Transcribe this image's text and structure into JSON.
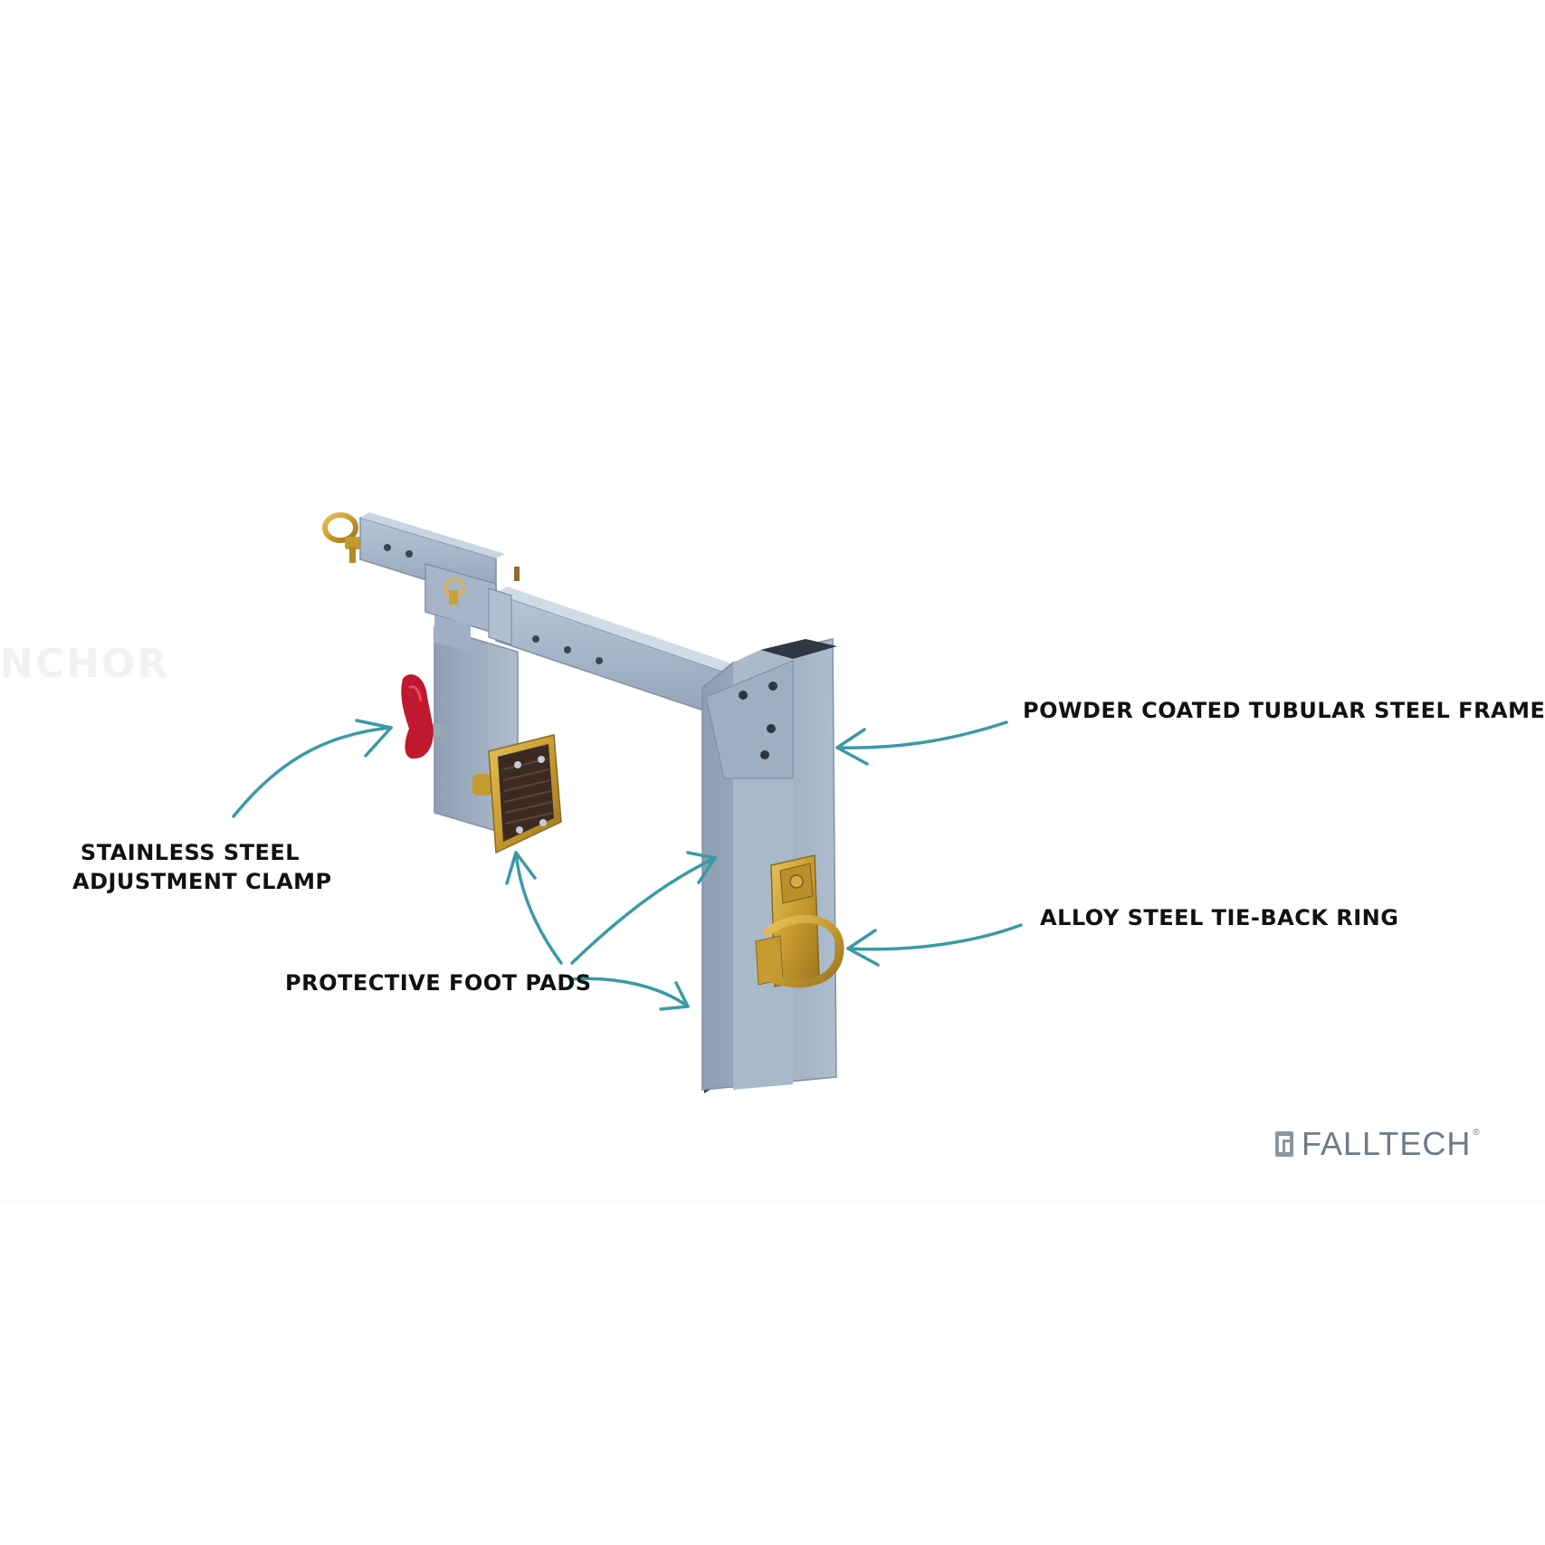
{
  "ghost_text": "NCHOR",
  "callouts": {
    "frame": "POWDER COATED TUBULAR STEEL FRAME",
    "clamp_line1": "STAINLESS STEEL",
    "clamp_line2": "ADJUSTMENT CLAMP",
    "ring": "ALLOY STEEL TIE-BACK RING",
    "pads": "PROTECTIVE FOOT PADS"
  },
  "logo": {
    "name": "FALLTECH",
    "reg": "®"
  },
  "colors": {
    "background": "#ffffff",
    "frame": "#9fb0c4",
    "arrow": "#3a9aa6",
    "clamp_handle": "#c0182e",
    "brass": "#c9a23a",
    "pad": "#3a2a22",
    "logo": "#6f7a86"
  },
  "icons": {
    "logo_mark": "falltech-logo-mark",
    "arrows": "curved-arrow-icon"
  }
}
